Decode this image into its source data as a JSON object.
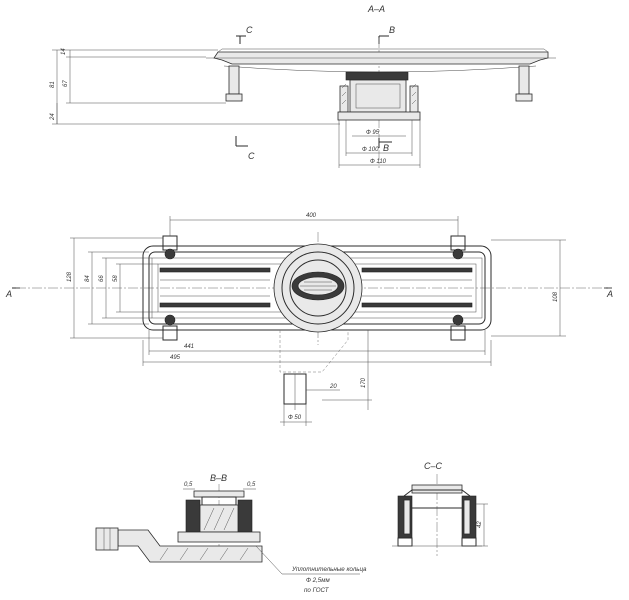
{
  "sections": {
    "aa": "A–A",
    "bb": "B–B",
    "cc": "C–C"
  },
  "cut_marks": {
    "a": "A",
    "b": "B",
    "c": "C"
  },
  "side_view_dims": {
    "h14": "14",
    "h67": "67",
    "h81": "81",
    "h24": "24",
    "d95": "Ф 95",
    "d100": "Ф 100",
    "d110": "Ф 110"
  },
  "plan_view_dims": {
    "w400": "400",
    "w441": "441",
    "w495": "495",
    "h108": "108",
    "h58": "58",
    "h66": "66",
    "h84": "84",
    "h128": "128",
    "h170": "170",
    "w20": "20",
    "d50": "Ф 50"
  },
  "detail_dims": {
    "bb_left": "0,5",
    "bb_right": "0,5",
    "cc_h42": "42"
  },
  "note": {
    "line1": "Уплотнительные кольца",
    "line2": "Ф 2,5мм",
    "line3": "по ГОСТ"
  }
}
